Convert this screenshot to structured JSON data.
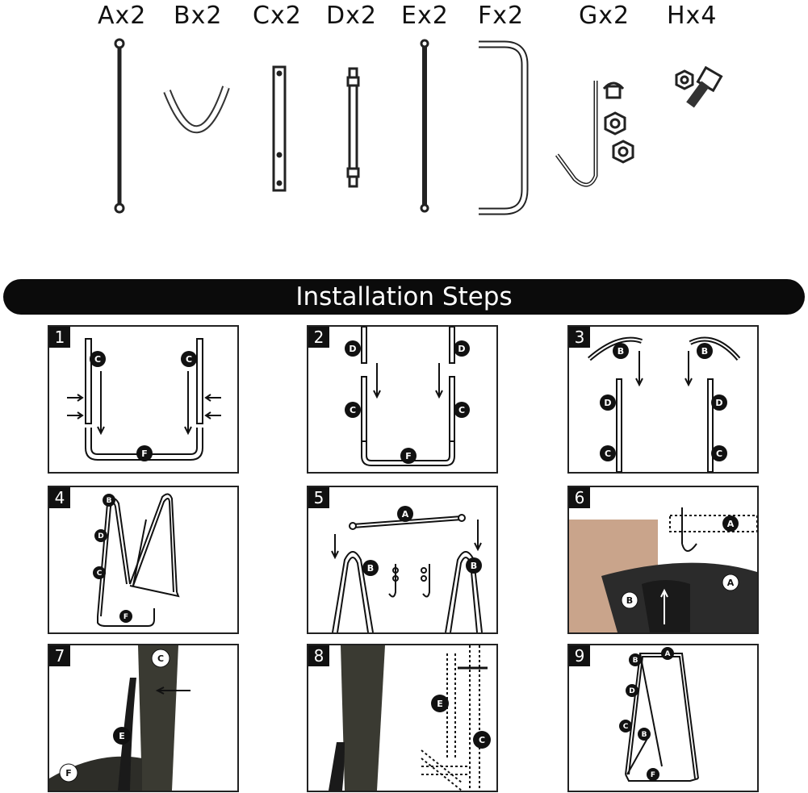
{
  "parts": [
    {
      "label": "Ax2",
      "icon": "rod-a-icon"
    },
    {
      "label": "Bx2",
      "icon": "curved-piece-b-icon"
    },
    {
      "label": "Cx2",
      "icon": "bar-c-icon"
    },
    {
      "label": "Dx2",
      "icon": "bar-d-icon"
    },
    {
      "label": "Ex2",
      "icon": "rod-e-icon"
    },
    {
      "label": "Fx2",
      "icon": "u-frame-f-icon"
    },
    {
      "label": "Gx2",
      "icon": "hook-nuts-g-icon"
    },
    {
      "label": "Hx4",
      "icon": "bolt-nut-h-icon"
    }
  ],
  "banner": "Installation Steps",
  "steps": [
    {
      "number": "1",
      "callouts": [
        "C",
        "C",
        "F"
      ]
    },
    {
      "number": "2",
      "callouts": [
        "D",
        "D",
        "C",
        "C",
        "F"
      ]
    },
    {
      "number": "3",
      "callouts": [
        "B",
        "B",
        "D",
        "D",
        "C",
        "C"
      ]
    },
    {
      "number": "4",
      "callouts": [
        "B",
        "D",
        "C",
        "F"
      ]
    },
    {
      "number": "5",
      "callouts": [
        "A",
        "B",
        "B"
      ]
    },
    {
      "number": "6",
      "callouts": [
        "A",
        "A",
        "B"
      ]
    },
    {
      "number": "7",
      "callouts": [
        "C",
        "E",
        "F"
      ]
    },
    {
      "number": "8",
      "callouts": [
        "E",
        "C"
      ]
    },
    {
      "number": "9",
      "callouts": [
        "A",
        "B",
        "D",
        "C",
        "B",
        "F"
      ]
    }
  ],
  "colors": {
    "ink": "#111111",
    "banner": "#0b0b0b",
    "photo": "#2b2b2b"
  }
}
